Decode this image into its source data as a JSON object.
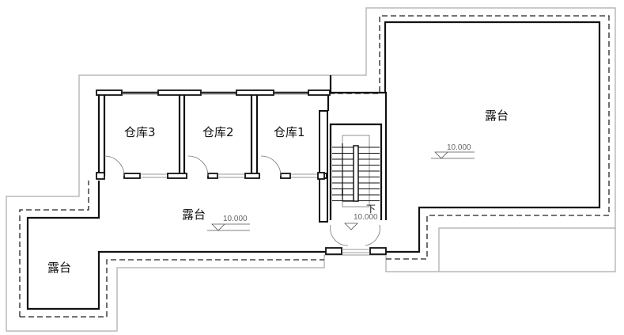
{
  "rooms": {
    "storage3": "仓库3",
    "storage2": "仓库2",
    "storage1": "仓库1"
  },
  "terraces": {
    "right": "露台",
    "center": "露台",
    "left": "露台"
  },
  "elevations": {
    "right": "10.000",
    "center": "10.000",
    "stair": "10.000"
  },
  "stair": {
    "down_label": "下"
  }
}
